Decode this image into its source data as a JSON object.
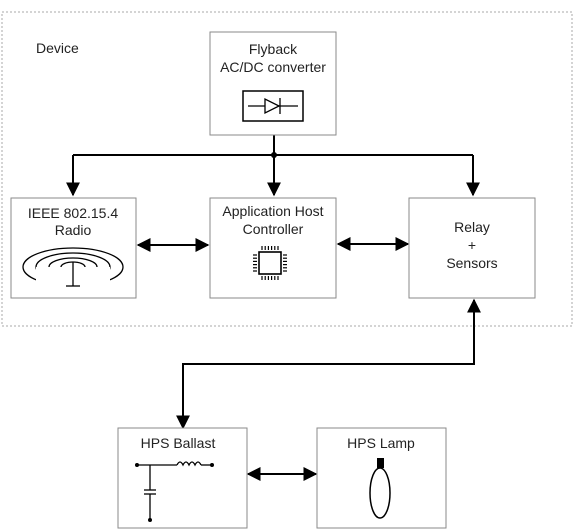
{
  "device_label": "Device",
  "blocks": {
    "flyback": {
      "line1": "Flyback",
      "line2": "AC/DC converter",
      "icon": "diode-icon"
    },
    "radio": {
      "line1": "IEEE 802.15.4",
      "line2": "Radio",
      "icon": "radio-waves-icon"
    },
    "host": {
      "line1": "Application Host",
      "line2": "Controller",
      "icon": "chip-icon"
    },
    "relay": {
      "line1": "Relay",
      "line2": "+",
      "line3": "Sensors"
    },
    "ballast": {
      "line1": "HPS Ballast",
      "icon": "lc-filter-icon"
    },
    "lamp": {
      "line1": "HPS Lamp",
      "icon": "lamp-bulb-icon"
    }
  },
  "colors": {
    "box_border": "#8a8a8a",
    "wire": "#000000",
    "device_border": "#aaaaaa",
    "text": "#222222"
  }
}
